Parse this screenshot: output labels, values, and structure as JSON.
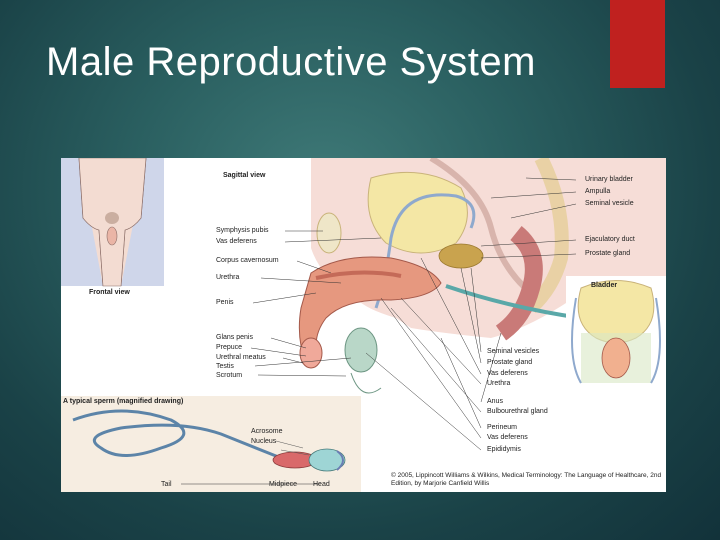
{
  "slide": {
    "title": "Male Reproductive System",
    "accent_color": "#c0211f"
  },
  "figure": {
    "panels": {
      "sagittal_view": "Sagittal view",
      "frontal_view": "Frontal view",
      "sperm": "A typical sperm (magnified drawing)",
      "bladder": "Bladder"
    },
    "left_labels": [
      "Symphysis pubis",
      "Vas deferens",
      "Corpus cavernosum",
      "Urethra",
      "Penis",
      "Glans penis",
      "Prepuce",
      "Urethral meatus",
      "Testis",
      "Scrotum"
    ],
    "right_labels": [
      "Urinary bladder",
      "Ampulla",
      "Seminal vesicle",
      "Ejaculatory duct",
      "Prostate gland"
    ],
    "bottom_labels": [
      "Seminal vesicles",
      "Prostate gland",
      "Vas deferens",
      "Urethra",
      "Anus",
      "Bulbourethral gland",
      "Perineum",
      "Vas deferens",
      "Epididymis"
    ],
    "sperm_labels": {
      "acrosome": "Acrosome",
      "nucleus": "Nucleus",
      "tail": "Tail",
      "midpiece": "Midpiece",
      "head": "Head"
    },
    "credit": "© 2005, Lippincott Williams & Wilkins, Medical Terminology: The Language of Healthcare, 2nd Edition, by Marjorie Canfield Willis"
  }
}
